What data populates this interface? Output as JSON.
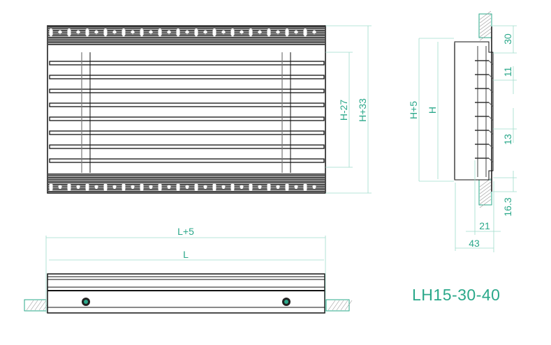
{
  "model_code": "LH15-30-40",
  "colors": {
    "accent": "#2aa88a",
    "dim_line": "#9fdccb",
    "drawing": "#111111"
  },
  "front_view": {
    "dim_inner_height": "H-27",
    "dim_outer_height": "H+33"
  },
  "side_view": {
    "dim_total_height": "H+5",
    "dim_height": "H",
    "dim_top": "30",
    "dim_slat_pitch": "11",
    "dim_slat_gap": "13",
    "dim_bottom": "16.3",
    "dim_depth_inner": "21",
    "dim_depth_total": "43"
  },
  "bottom_view": {
    "dim_outer_length": "L+5",
    "dim_length": "L"
  }
}
